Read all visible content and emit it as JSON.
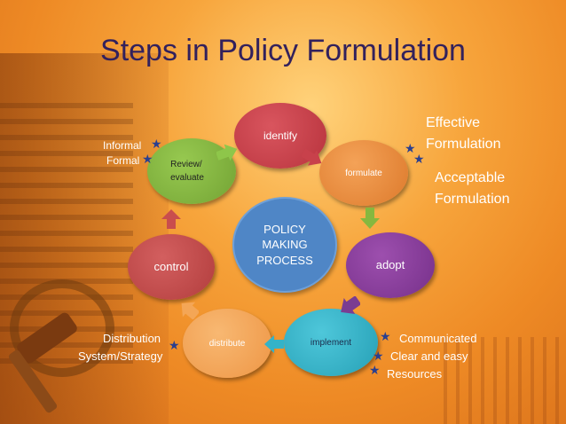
{
  "title": "Steps in Policy Formulation",
  "center_label": "POLICY\nMAKING\nPROCESS",
  "steps": {
    "identify": "identify",
    "formulate": "formulate",
    "adopt": "adopt",
    "implement": "implement",
    "distribute": "distribute",
    "control": "control",
    "review_line1": "Review/",
    "review_line2": "evaluate"
  },
  "notes": {
    "effective": "Effective",
    "formulation1": "Formulation",
    "acceptable": "Acceptable",
    "formulation2": "Formulation",
    "informal": "Informal",
    "formal": "Formal",
    "distribution": "Distribution",
    "system_strategy": "System/Strategy",
    "communicated": "Communicated",
    "clear_easy": "Clear and easy",
    "resources": "Resources"
  },
  "colors": {
    "identify": "#c8414b",
    "formulate": "#e98a3a",
    "adopt": "#8a3e9a",
    "implement": "#34b3c8",
    "distribute": "#f4a656",
    "control": "#c94d4d",
    "review": "#86b83f",
    "center": "#4f86c6"
  }
}
